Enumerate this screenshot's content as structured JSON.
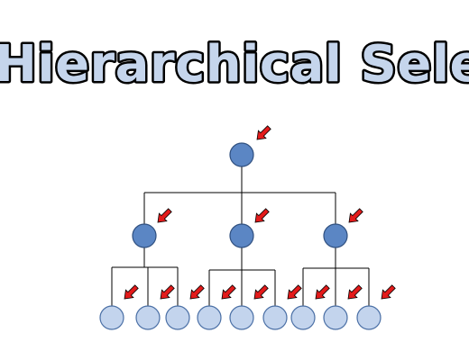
{
  "title": {
    "text": "Hierarchical Selec",
    "fill_color": "#c5d5ec",
    "stroke_color": "#000000"
  },
  "colors": {
    "connector": "#000000",
    "root_node_fill": "#5b86c4",
    "mid_node_fill": "#5b86c4",
    "node_stroke": "#2f4f7f",
    "leaf_node_fill": "#c3d4ed",
    "leaf_node_stroke": "#4a6fa5",
    "arrow_fill": "#e31b1b",
    "arrow_stroke": "#000000"
  },
  "icons": {
    "selection_marker": "red-arrow-icon"
  },
  "tree": {
    "root": {
      "name": "root-node",
      "children": [
        {
          "name": "mid-node-1",
          "children": [
            "leaf-node-1",
            "leaf-node-2",
            "leaf-node-3"
          ]
        },
        {
          "name": "mid-node-2",
          "children": [
            "leaf-node-4",
            "leaf-node-5",
            "leaf-node-6"
          ]
        },
        {
          "name": "mid-node-3",
          "children": [
            "leaf-node-7",
            "leaf-node-8",
            "leaf-node-9"
          ]
        }
      ]
    }
  }
}
